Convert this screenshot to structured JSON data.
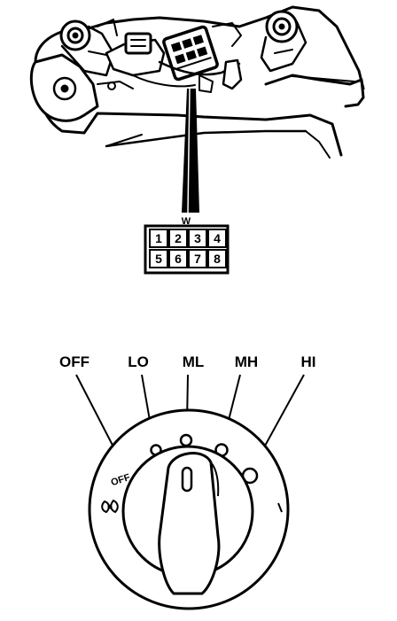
{
  "connector": {
    "pins": [
      "1",
      "2",
      "3",
      "4",
      "5",
      "6",
      "7",
      "8"
    ],
    "top_mark": "W"
  },
  "switch_labels": [
    "OFF",
    "LO",
    "ML",
    "MH",
    "HI"
  ],
  "knob": {
    "off_mark": "OFF",
    "fan_symbol": "fan-icon"
  }
}
